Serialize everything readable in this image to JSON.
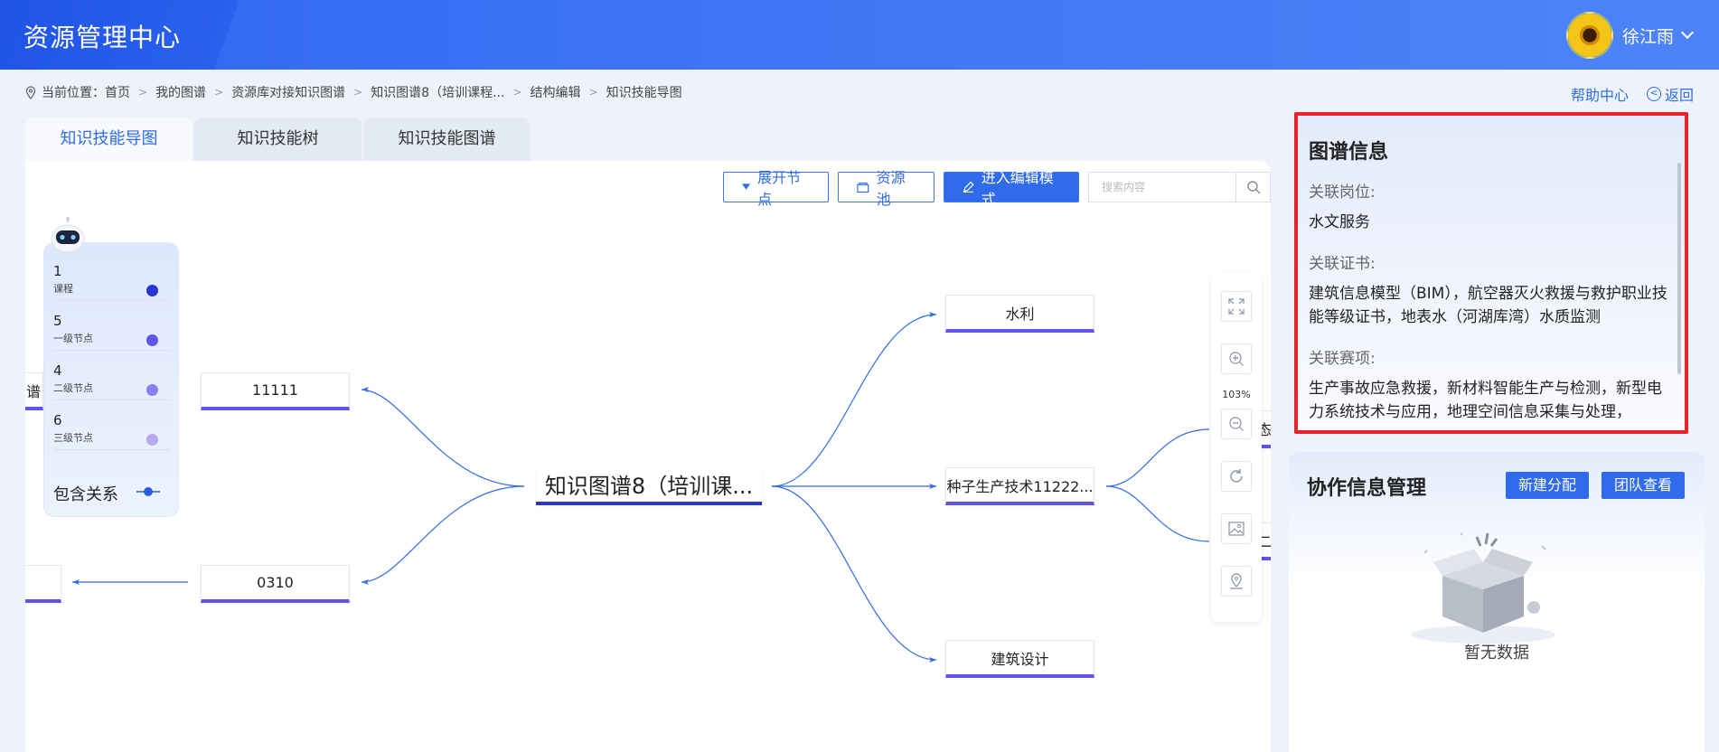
{
  "header": {
    "app_title": "资源管理中心",
    "user_name": "徐江雨"
  },
  "breadcrumb": {
    "prefix": "当前位置：",
    "items": [
      "首页",
      "我的图谱",
      "资源库对接知识图谱",
      "知识图谱8（培训课程...",
      "结构编辑",
      "知识技能导图"
    ]
  },
  "top_links": {
    "help": "帮助中心",
    "back": "返回"
  },
  "tabs": [
    {
      "label": "知识技能导图",
      "active": true
    },
    {
      "label": "知识技能树",
      "active": false
    },
    {
      "label": "知识技能图谱",
      "active": false
    }
  ],
  "toolbar": {
    "expand_label": "展开节点",
    "pool_label": "资源池",
    "edit_label": "进入编辑模式",
    "search_placeholder": "搜索内容"
  },
  "legend": {
    "items": [
      {
        "count": "1",
        "label": "课程",
        "color": "#2a34cf"
      },
      {
        "count": "5",
        "label": "一级节点",
        "color": "#5e55e8"
      },
      {
        "count": "4",
        "label": "二级节点",
        "color": "#8a7ff0"
      },
      {
        "count": "6",
        "label": "三级节点",
        "color": "#b7a8f2"
      }
    ],
    "relation_label": "包含关系"
  },
  "mindmap": {
    "center": "知识图谱8（培训课...",
    "left_nodes": [
      "11111",
      "0310"
    ],
    "right_nodes": [
      "水利",
      "种子生产技术11222...",
      "建筑设计"
    ],
    "partial_left_edge_text": "谱",
    "partial_right_edge_texts": [
      "态",
      "二"
    ]
  },
  "zoom": {
    "level": "103%"
  },
  "graph_info": {
    "title": "图谱信息",
    "post_label": "关联岗位:",
    "post_value": "水文服务",
    "cert_label": "关联证书:",
    "cert_value": "建筑信息模型（BIM），航空器灭火救援与救护职业技能等级证书，地表水（河湖库湾）水质监测",
    "contest_label": "关联赛项:",
    "contest_value": "生产事故应急救援，新材料智能生产与检测，新型电力系统技术与应用，地理空间信息采集与处理，"
  },
  "collab": {
    "title": "协作信息管理",
    "new_btn": "新建分配",
    "team_btn": "团队查看",
    "empty_text": "暂无数据"
  },
  "colors": {
    "primary": "#2f6bea",
    "highlight_border": "#e8222a",
    "edge": "#2f6bea"
  }
}
